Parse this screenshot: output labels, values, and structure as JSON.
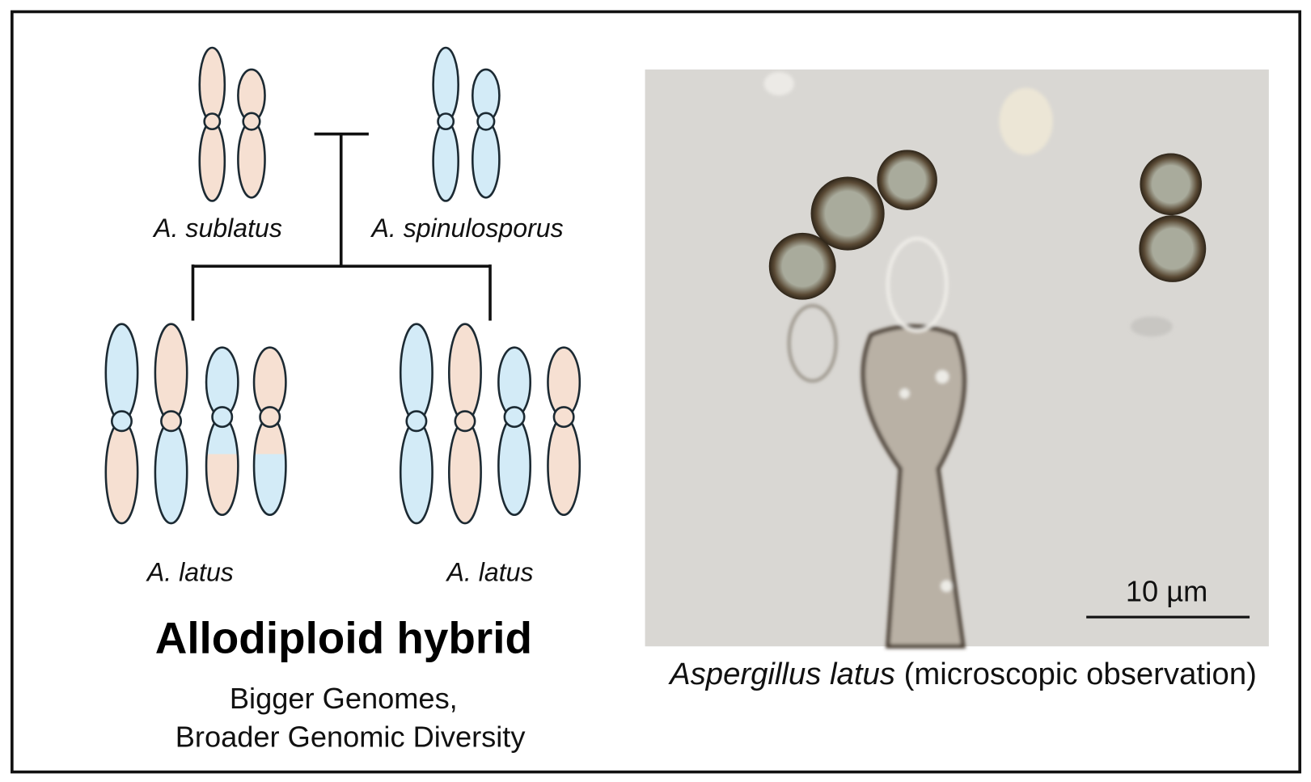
{
  "colors": {
    "peach": "#f6e0d2",
    "blue": "#d3ebf7",
    "outline": "#1c2a33",
    "photo_bg": "#d9d7d3"
  },
  "parents": {
    "left_label": "A. sublatus",
    "right_label": "A. spinulosporus"
  },
  "offspring": {
    "left_label": "A. latus",
    "right_label": "A. latus"
  },
  "title": "Allodiploid hybrid",
  "subtitle": {
    "line1": "Bigger Genomes,",
    "line2": "Broader Genomic Diversity"
  },
  "photo": {
    "scale_bar_label": "10 µm",
    "caption_italic": "Aspergillus latus",
    "caption_rest": " (microscopic observation)"
  }
}
